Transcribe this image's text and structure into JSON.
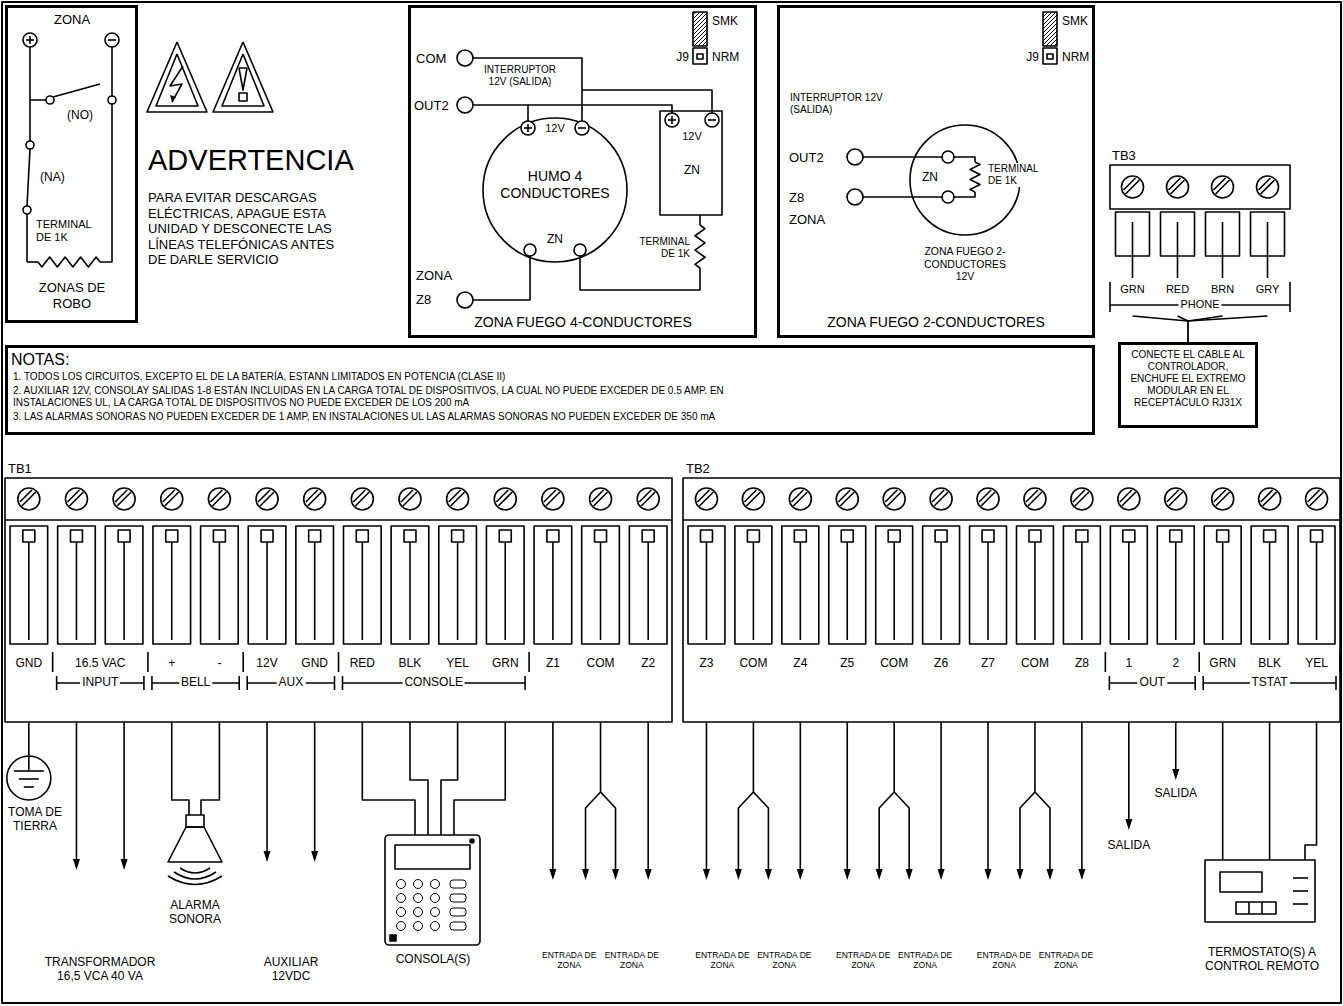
{
  "diagram": {
    "nodes": [
      {
        "text": [
          "ZONA",
          "(NO)",
          "(NA)",
          "TERMINAL DE 1K",
          "ZONAS DE ROBO"
        ]
      },
      {
        "text": [
          "COM",
          "SMK",
          "INTERRUPTOR 12V (SALIDA)",
          "J9",
          "NRM",
          "OUT2",
          "12V",
          "HUMO 4 CONDUCTORES",
          "12V",
          "ZN",
          "ZN",
          "TERMINAL DE 1K",
          "ZONA",
          "Z8",
          "ZONA FUEGO 4-CONDUCTORES"
        ]
      },
      {
        "text": [
          "SMK",
          "J9",
          "NRM",
          "INTERRUPTOR 12V (SALIDA)",
          "OUT2",
          "ZN",
          "TERMINAL DE 1K",
          "Z8",
          "ZONA",
          "ZONA FUEGO 2-CONDUCTORES 12V",
          "ZONA FUEGO 2-CONDUCTORES"
        ]
      },
      {
        "text": [
          "TB3",
          "GRN",
          "RED",
          "BRN",
          "GRY",
          "PHONE"
        ]
      },
      {
        "text": [
          "NOTAS:",
          "1. TODOS LOS CIRCUITOS, EXCEPTO EL DE LA BATERÍA, ESTANN LIMITADOS EN POTENCIA (CLASE II)",
          "2. AUXILIAR 12V, CONSOLAY SALIDAS 1-8 ESTÁN INCLUIDAS EN LA CARGA TOTAL DE DISPOSITIVOS, LA CUAL NO PUEDE EXCEDER DE 0.5 AMP. EN INSTALACIONES UL, LA CARGA TOTAL DE DISPOSITIVOS NO PUEDE EXCEDER DE LOS 200 mA",
          "3. LAS ALARMAS SONORAS NO PUEDEN EXCEDER DE 1 AMP, EN INSTALACIONES UL LAS ALARMAS SONORAS NO PUEDEN EXCEDER DE 350 mA"
        ]
      },
      {
        "text": [
          "CONECTE EL CABLE AL CONTROLADOR, ENCHUFE EL EXTREMO MODULAR EN EL RECEPTÁCULO RJ31X"
        ]
      },
      {
        "text": [
          "TB1",
          "GND",
          "16.5 VAC",
          "+",
          "-",
          "12V",
          "GND",
          "RED",
          "BLK",
          "YEL",
          "GRN",
          "Z1",
          "COM",
          "Z2",
          "INPUT",
          "BELL",
          "AUX",
          "CONSOLE"
        ]
      },
      {
        "text": [
          "TB2",
          "Z3",
          "COM",
          "Z4",
          "Z5",
          "COM",
          "Z6",
          "Z7",
          "COM",
          "Z8",
          "1",
          "2",
          "GRN",
          "BLK",
          "YEL",
          "OUT",
          "TSTAT"
        ]
      }
    ],
    "edges": [
      {
        "from": 3,
        "to": 5,
        "arrow": "none"
      }
    ],
    "labels": [
      "ADVERTENCIA",
      "PARA EVITAR DESCARGAS ELÉCTRICAS, APAGUE ESTA UNIDAD Y DESCONECTE LAS LÍNEAS TELEFÓNICAS ANTES DE DARLE SERVICIO",
      "TOMA DE TIERRA",
      "TRANSFORMADOR 16,5 VCA 40 VA",
      "ALARMA SONORA",
      "AUXILIAR 12VDC",
      "CONSOLA(S)",
      "ENTRADA DE ZONA",
      "ENTRADA DE ZONA",
      "ENTRADA DE ZONA",
      "ENTRADA DE ZONA",
      "ENTRADA DE ZONA",
      "ENTRADA DE ZONA",
      "ENTRADA DE ZONA",
      "ENTRADA DE ZONA",
      "SALIDA",
      "SALIDA",
      "TERMOSTATO(S) A CONTROL REMOTO"
    ]
  }
}
